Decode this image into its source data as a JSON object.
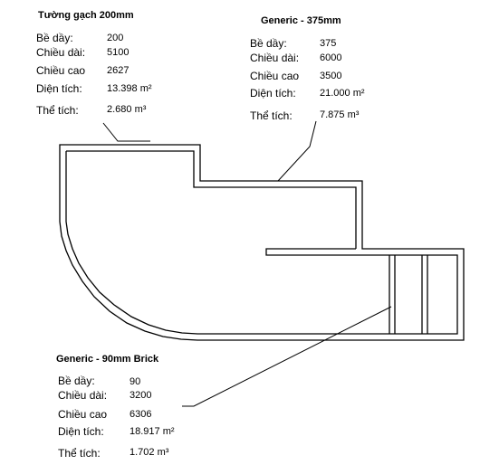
{
  "tags": [
    {
      "title": "Tường gạch 200mm",
      "rows": [
        {
          "label": "Bề dầy:",
          "value": "200"
        },
        {
          "label": "Chiều dài:",
          "value": "5100"
        },
        {
          "label": "Chiều cao",
          "value": "2627"
        },
        {
          "label": "Diện tích:",
          "value": "13.398 m²"
        },
        {
          "label": "Thể tích:",
          "value": "2.680 m³"
        }
      ]
    },
    {
      "title": "Generic - 375mm",
      "rows": [
        {
          "label": "Bề dầy:",
          "value": "375"
        },
        {
          "label": "Chiều dài:",
          "value": "6000"
        },
        {
          "label": "Chiều cao",
          "value": "3500"
        },
        {
          "label": "Diện tích:",
          "value": "21.000 m²"
        },
        {
          "label": "Thể tích:",
          "value": "7.875 m³"
        }
      ]
    },
    {
      "title": "Generic - 90mm Brick",
      "rows": [
        {
          "label": "Bề dầy:",
          "value": "90"
        },
        {
          "label": "Chiều dài:",
          "value": "3200"
        },
        {
          "label": "Chiều cao",
          "value": "6306"
        },
        {
          "label": "Diện tích:",
          "value": "18.917 m²"
        },
        {
          "label": "Thể tích:",
          "value": "1.702 m³"
        }
      ]
    }
  ]
}
